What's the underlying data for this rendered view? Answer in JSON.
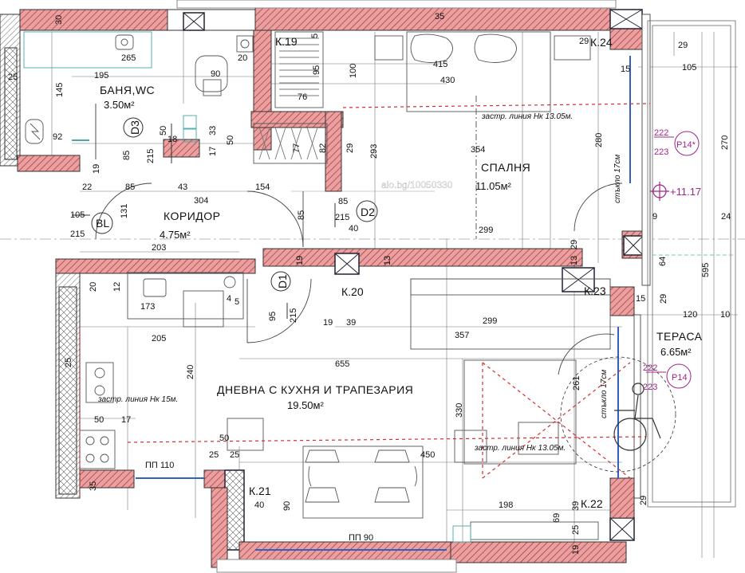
{
  "rooms": {
    "bath_name": "БАНЯ,WC",
    "bath_area": "3.50м²",
    "corridor_name": "КОРИДОР",
    "corridor_area": "4.75м²",
    "bedroom_name": "СПАЛНЯ",
    "bedroom_area": "11.05м²",
    "living_name": "ДНЕВНА С КУХНЯ И ТРАПЕЗАРИЯ",
    "living_area": "19.50м²",
    "terrace_name": "ТЕРАСА",
    "terrace_area": "6.65м²"
  },
  "columns": {
    "k19": "К.19",
    "k20": "К.20",
    "k21": "К.21",
    "k22": "К.22",
    "k23": "К.23",
    "k24": "К.24"
  },
  "doors": {
    "d1_code": "D1",
    "d1_w": "95",
    "d1_h": "215",
    "d2_code": "D2",
    "d2_w": "85",
    "d2_h": "215",
    "d3_code": "D3",
    "d3_w": "85",
    "d3_h": "215",
    "bl_code": "BL",
    "bl_w": "105",
    "bl_h": "215",
    "p14a_code": "P14*",
    "p14a_w": "222",
    "p14a_h": "223",
    "p14b_code": "P14",
    "p14b_w": "222",
    "p14b_h": "223"
  },
  "notes": {
    "bed_line": "застр. линия  Нк 13.05м.",
    "living_line1": "застр. линия  Нк 15м.",
    "living_line2": "застр. линия  Нк 13.05м.",
    "glass1": "стъкло 17см",
    "glass2": "стъкло 17см",
    "level": "+11.17",
    "pp110": "ПП 110",
    "pp90": "ПП 90",
    "watermark": "alo.bg/10050330"
  },
  "dims": {
    "d30": "30",
    "d35": "35",
    "d265": "265",
    "d90a": "90",
    "d20a": "20",
    "d5": "5",
    "d95a": "95",
    "d100": "100",
    "d415": "415",
    "d430": "430",
    "d29a": "29",
    "d15a": "15",
    "d29b": "29",
    "d105a": "105",
    "d25a": "25",
    "d195": "195",
    "d145": "145",
    "d76": "76",
    "d92": "92",
    "d50a": "50",
    "d18": "18",
    "d17a": "17",
    "d33": "33",
    "d50b": "50",
    "d77": "77",
    "d82": "82",
    "d29c": "29",
    "d293": "293",
    "d354": "354",
    "d280": "280",
    "d270": "270",
    "d19a": "19",
    "d22": "22",
    "d85a": "85",
    "d43": "43",
    "d304": "304",
    "d154": "154",
    "d131": "131",
    "d85b": "85",
    "d40a": "40",
    "d299a": "299",
    "d9": "9",
    "d24": "24",
    "d203": "203",
    "d20b": "20",
    "d12": "12",
    "d19b": "19",
    "d13a": "13",
    "d13b": "13",
    "d29d": "29",
    "d64": "64",
    "d595": "595",
    "d15b": "15",
    "d29e": "29",
    "d120": "120",
    "d10": "10",
    "d173": "173",
    "d4": "4",
    "d5b": "5",
    "d19c": "19",
    "d39a": "39",
    "d299b": "299",
    "d357": "357",
    "d205": "205",
    "d655": "655",
    "d240": "240",
    "d261": "261",
    "d330": "330",
    "d50c": "50",
    "d17b": "17",
    "d50d": "50",
    "d25b": "25",
    "d25c": "25",
    "d450": "450",
    "d35b": "35",
    "d40b": "40",
    "d90b": "90",
    "d198": "198",
    "d39b": "39",
    "d69": "69",
    "d25d": "25",
    "d19d": "19",
    "d29f": "29",
    "d25e": "25"
  }
}
